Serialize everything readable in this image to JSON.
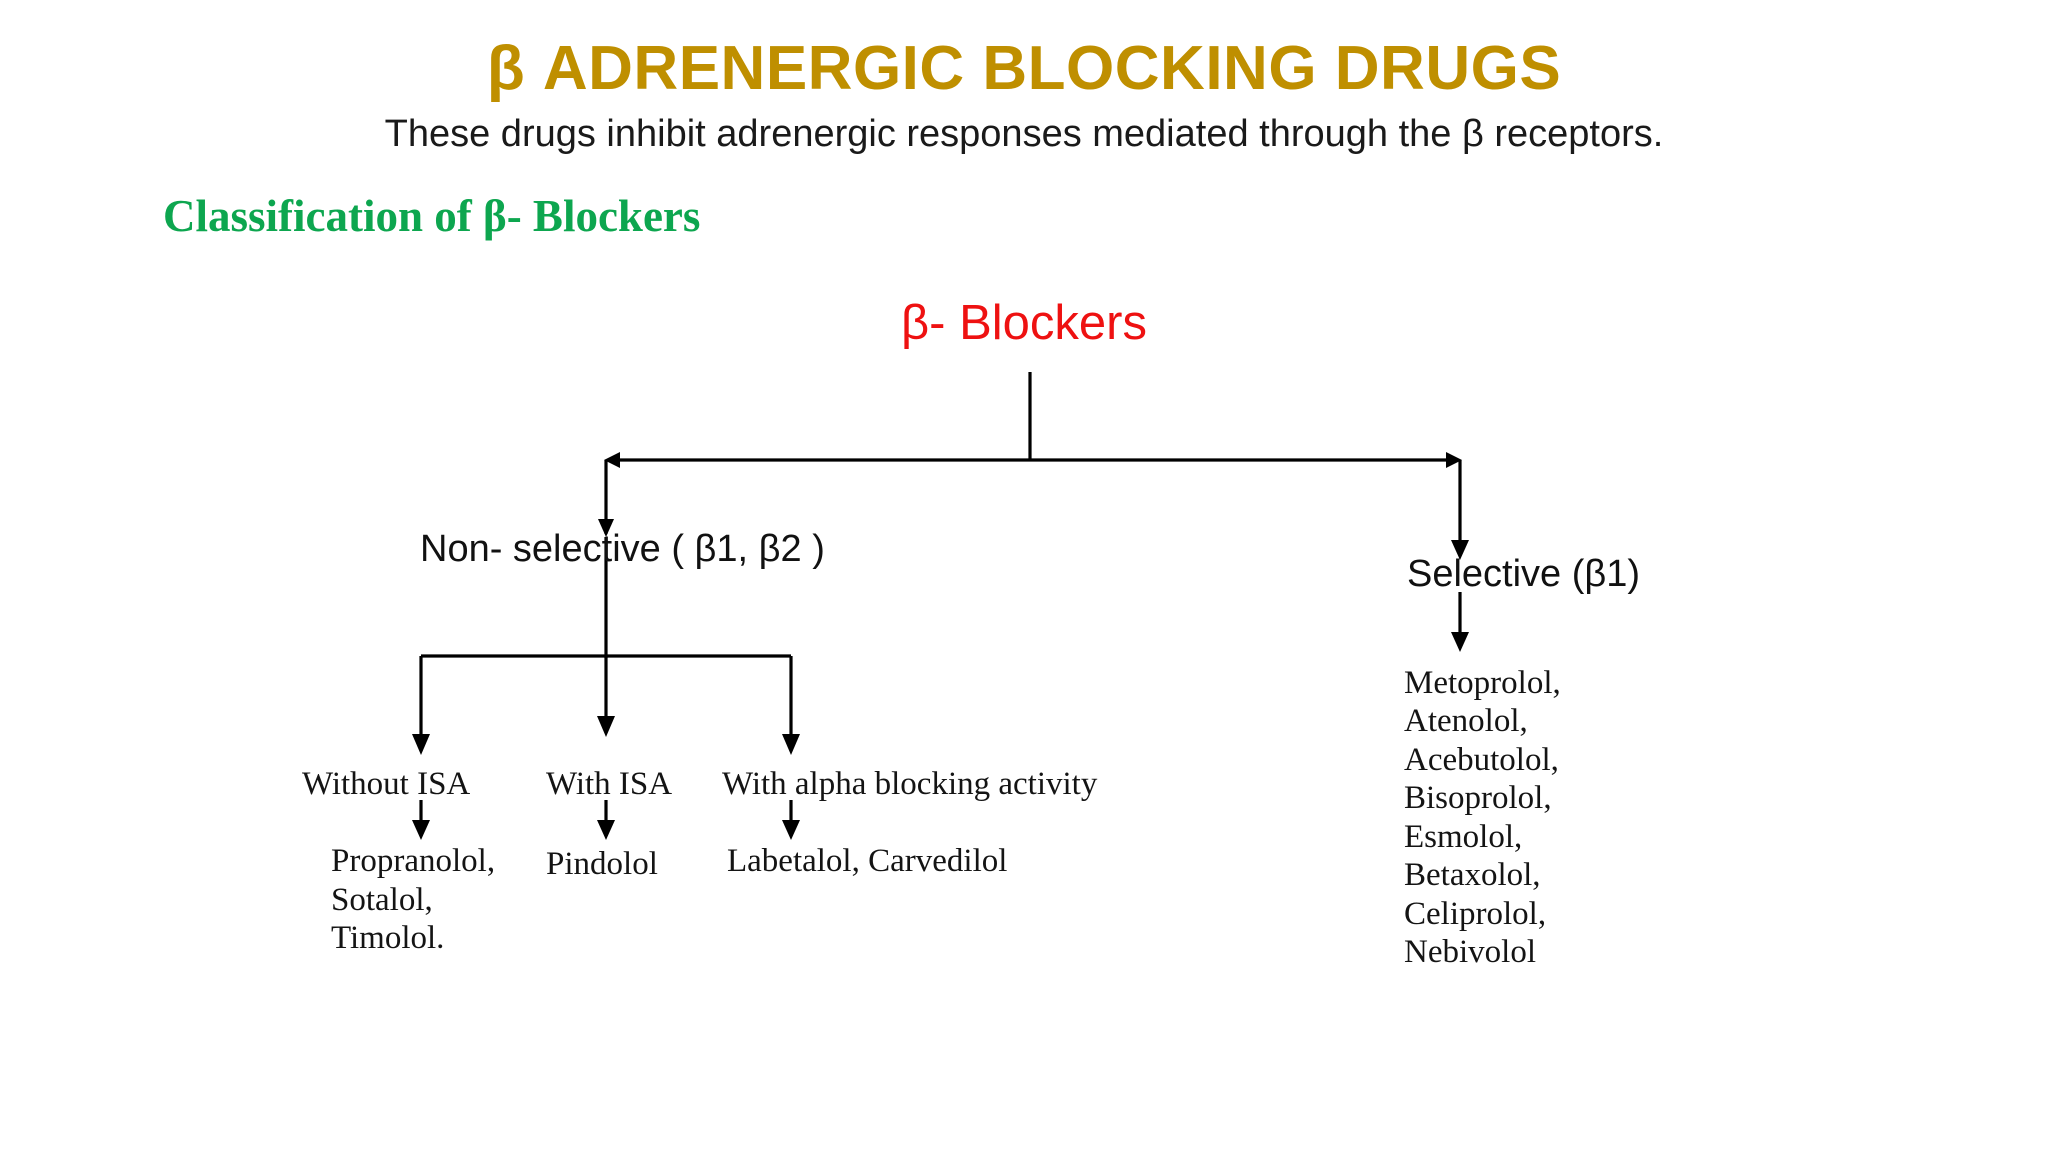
{
  "header": {
    "title": "β ADRENERGIC BLOCKING DRUGS",
    "subtitle": "These drugs inhibit adrenergic responses mediated through the β receptors.",
    "section_heading": "Classification of β- Blockers",
    "title_color": "#bf8f00",
    "heading_color": "#0da64f"
  },
  "diagram": {
    "root": {
      "label": "β- Blockers",
      "color": "#ee1111"
    },
    "branches": [
      {
        "label": "Non- selective  ( β1, β2 )",
        "children": [
          {
            "label": "Without ISA",
            "drugs": [
              "Propranolol,",
              "Sotalol,",
              "Timolol."
            ]
          },
          {
            "label": "With ISA",
            "drugs": [
              "Pindolol"
            ]
          },
          {
            "label": "With alpha blocking activity",
            "drugs": [
              "Labetalol, Carvedilol"
            ]
          }
        ]
      },
      {
        "label": "Selective (β1)",
        "drugs": [
          "Metoprolol,",
          "Atenolol,",
          "Acebutolol,",
          "Bisoprolol,",
          "Esmolol,",
          "Betaxolol,",
          "Celiprolol,",
          "Nebivolol"
        ]
      }
    ],
    "connector_color": "#000000"
  }
}
